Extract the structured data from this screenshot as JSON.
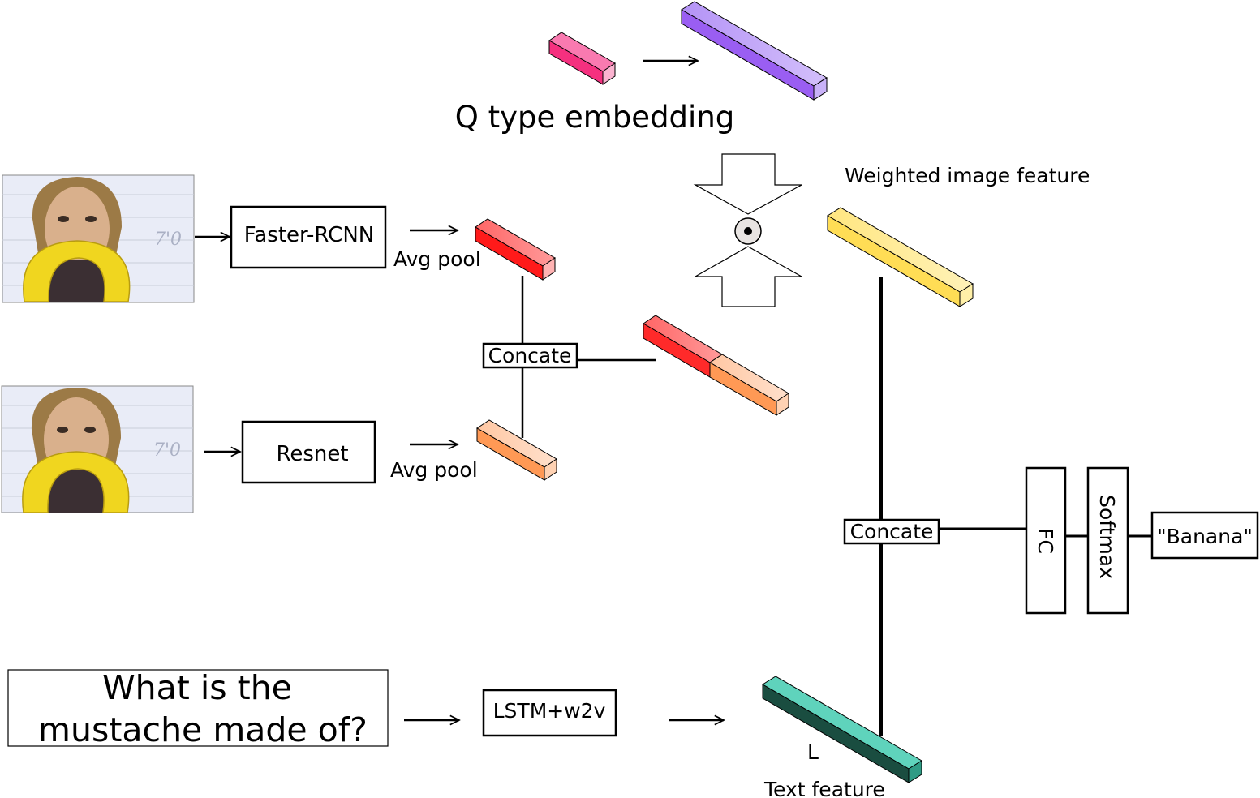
{
  "title": "Q type embedding",
  "labels": {
    "weighted": "Weighted image feature",
    "faster_rcnn": "Faster-RCNN",
    "resnet": "Resnet",
    "avg_pool_top": "Avg pool",
    "avg_pool_bottom": "Avg pool",
    "concate_left": "Concate",
    "concate_right": "Concate",
    "fc": "FC",
    "softmax": "Softmax",
    "answer": "\"Banana\"",
    "lstm": "LSTM+w2v",
    "question_line1": "What is the",
    "question_line2": "mustache made of?",
    "text_feature": "Text feature",
    "l_label": "L",
    "photo_chalk": "7'0"
  },
  "colors": {
    "pink": "#f43d86",
    "purple": "#a071f0",
    "red": "#ff2a2a",
    "orange": "#ff9955",
    "yellow": "#ffe066",
    "teal": "#1a4d40",
    "teal_top": "#5fd3bc"
  },
  "icons": [
    "hadamard-product-icon",
    "arrow-icon"
  ]
}
